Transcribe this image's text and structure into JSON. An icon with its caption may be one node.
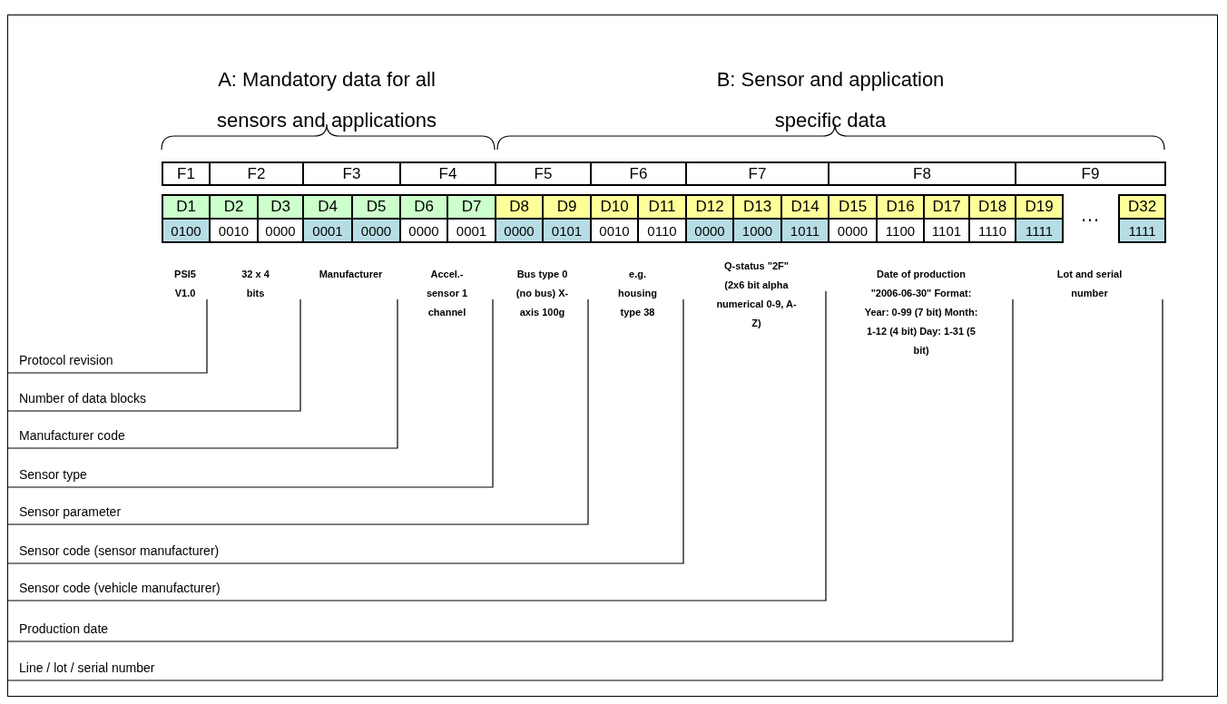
{
  "diagram": {
    "nodes": [
      {
        "text": [
          "PSI5 V1.0"
        ]
      },
      {
        "text": [
          "32 x 4 bits"
        ]
      },
      {
        "text": [
          "Manufacturer"
        ]
      },
      {
        "text": [
          "Accel.- sensor 1 channel"
        ]
      },
      {
        "text": [
          "Bus type 0 (no bus) X-axis 100g"
        ]
      },
      {
        "text": [
          "e.g. housing type 38"
        ]
      },
      {
        "text": [
          "Q-status \"2F\" (2x6 bit alpha numerical 0-9, A-Z)"
        ]
      },
      {
        "text": [
          "Date of production \"2006-06-30\" Format: Year: 0-99 (7 bit) Month: 1-12 (4 bit) Day: 1-31 (5 bit)"
        ]
      },
      {
        "text": [
          "Lot and serial number"
        ]
      },
      {
        "text": [
          "Protocol revision"
        ]
      },
      {
        "text": [
          "Number of data blocks"
        ]
      },
      {
        "text": [
          "Manufacturer code"
        ]
      },
      {
        "text": [
          "Sensor type"
        ]
      },
      {
        "text": [
          "Sensor parameter"
        ]
      },
      {
        "text": [
          "Sensor code (sensor manufacturer)"
        ]
      },
      {
        "text": [
          "Sensor code (vehicle manufacturer)"
        ]
      },
      {
        "text": [
          "Production date"
        ]
      },
      {
        "text": [
          "Line / lot / serial number"
        ]
      }
    ],
    "edges": [
      {
        "from": 9,
        "to": 0,
        "arrow": "none"
      },
      {
        "from": 10,
        "to": 1,
        "arrow": "none"
      },
      {
        "from": 11,
        "to": 2,
        "arrow": "none"
      },
      {
        "from": 12,
        "to": 3,
        "arrow": "none"
      },
      {
        "from": 13,
        "to": 4,
        "arrow": "none"
      },
      {
        "from": 14,
        "to": 5,
        "arrow": "none"
      },
      {
        "from": 15,
        "to": 6,
        "arrow": "none"
      },
      {
        "from": 16,
        "to": 7,
        "arrow": "none"
      },
      {
        "from": 17,
        "to": 8,
        "arrow": "none"
      }
    ],
    "labels": [
      "A: Mandatory data for all sensors and applications",
      "B: Sensor and application specific data",
      "F1",
      "F2",
      "F3",
      "F4",
      "F5",
      "F6",
      "F7",
      "F8",
      "F9",
      "D1",
      "D2",
      "D3",
      "D4",
      "D5",
      "D6",
      "D7",
      "D8",
      "D9",
      "D10",
      "D11",
      "D12",
      "D13",
      "D14",
      "D15",
      "D16",
      "D17",
      "D18",
      "D19",
      "…",
      "D32",
      "0100",
      "0010",
      "0000",
      "0001",
      "0000",
      "0000",
      "0001",
      "0000",
      "0101",
      "0010",
      "0110",
      "0000",
      "1000",
      "1011",
      "0000",
      "1100",
      "1101",
      "1110",
      "1111",
      "1111"
    ]
  }
}
